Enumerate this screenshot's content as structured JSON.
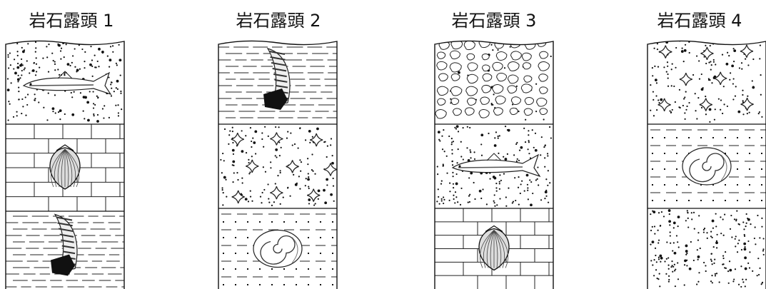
{
  "outcrops": [
    {
      "title": "岩石露頭 1",
      "layers": [
        "sandstone",
        "limestone",
        "shale"
      ],
      "fossils": [
        "fish",
        "brachiopod",
        "horn-coral"
      ]
    },
    {
      "title": "岩石露頭 2",
      "layers": [
        "shale",
        "sandstone-star",
        "siltstone"
      ],
      "fossils": [
        "horn-coral",
        "",
        "ammonite"
      ]
    },
    {
      "title": "岩石露頭 3",
      "layers": [
        "conglomerate",
        "sandstone",
        "limestone"
      ],
      "fossils": [
        "",
        "fish",
        "brachiopod"
      ]
    },
    {
      "title": "岩石露頭 4",
      "layers": [
        "sandstone-star",
        "siltstone",
        "sandstone"
      ],
      "fossils": [
        "",
        "ammonite",
        ""
      ]
    }
  ]
}
